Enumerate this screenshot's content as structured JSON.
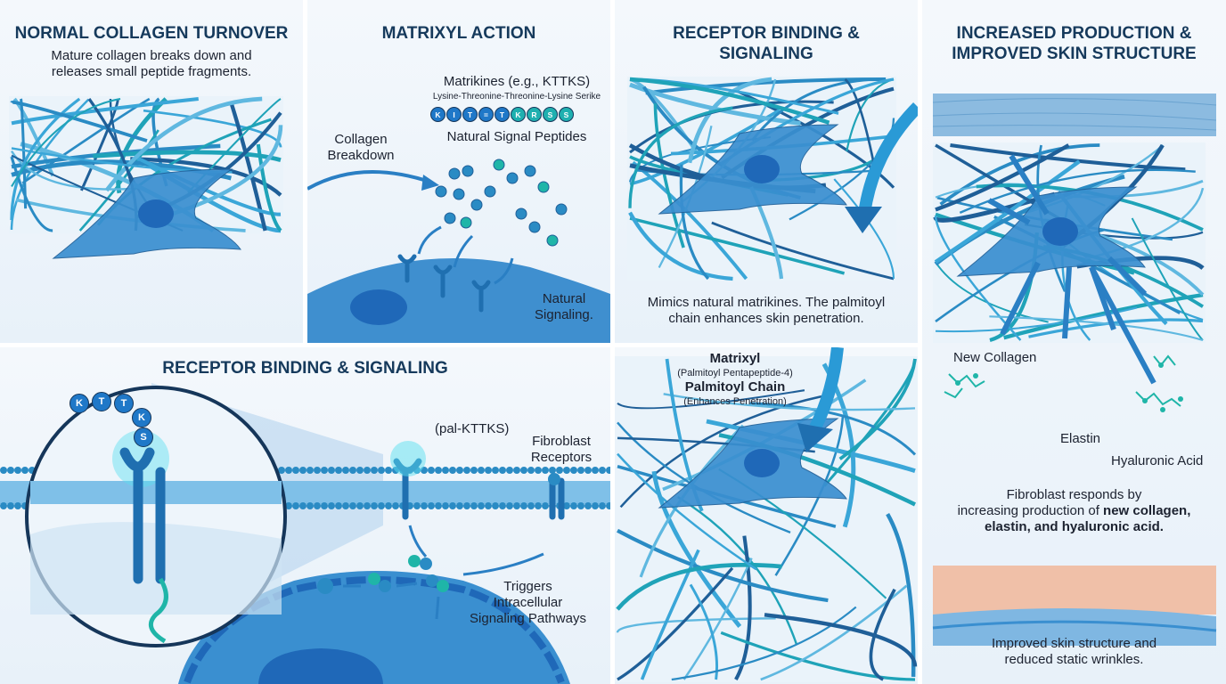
{
  "panel1": {
    "title": "NORMAL COLLAGEN TURNOVER",
    "caption_line1": "Mature collagen breaks down and",
    "caption_line2": "releases small peptide fragments."
  },
  "panel2": {
    "title": "MATRIXYL ACTION",
    "matrikines": "Matrikines (e.g., KTTKS)",
    "sequence": "Lysine-Threonine-Threonine-Lysine Serike",
    "beads": [
      "K",
      "I",
      "T",
      "=",
      "T",
      "K",
      "R",
      "S",
      "S"
    ],
    "natural_peptides": "Natural Signal Peptides",
    "breakdown_line1": "Collagen",
    "breakdown_line2": "Breakdown",
    "signaling_line1": "Natural",
    "signaling_line2": "Signaling."
  },
  "panel3": {
    "title_line1": "RECEPTOR BINDING &",
    "title_line2": "SIGNALING",
    "caption_line1": "Mimics natural matrikines. The palmitoyl",
    "caption_line2": "chain enhances skin penetration."
  },
  "panel4": {
    "title_line1": "INCREASED PRODUCTION &",
    "title_line2": "IMPROVED SKIN STRUCTURE",
    "new_collagen": "New Collagen",
    "elastin": "Elastin",
    "hyaluronic": "Hyaluronic Acid",
    "resp_line1": "Fibroblast responds by",
    "resp_line2_pre": "increasing production of ",
    "resp_line2_bold": "new collagen,",
    "resp_line3_bold": "elastin, and hyaluronic acid.",
    "bottom_line1": "Improved skin structure and",
    "bottom_line2": "reduced static wrinkles."
  },
  "panel5": {
    "title": "RECEPTOR BINDING & SIGNALING",
    "zoom_beads": [
      "K",
      "T",
      "T",
      "K",
      "S"
    ],
    "pal_kttks": "(pal-KTTKS)",
    "receptors_line1": "Fibroblast",
    "receptors_line2": "Receptors",
    "triggers_line1": "Triggers",
    "triggers_line2": "Intracellular",
    "triggers_line3": "Signaling Pathways"
  },
  "panel6": {
    "matrixyl": "Matrixyl",
    "matrixyl_sub": "(Palmitoyl Pentapeptide-4)",
    "chain": "Palmitoyl Chain",
    "chain_sub": "(Enhances Penetration)"
  },
  "colors": {
    "fiber": "#2a8bc4",
    "fiber_dark": "#1f5f98",
    "cell": "#3a8fd0",
    "nucleus": "#1f68b8",
    "teal": "#1fb5a8",
    "title": "#163a5c"
  }
}
